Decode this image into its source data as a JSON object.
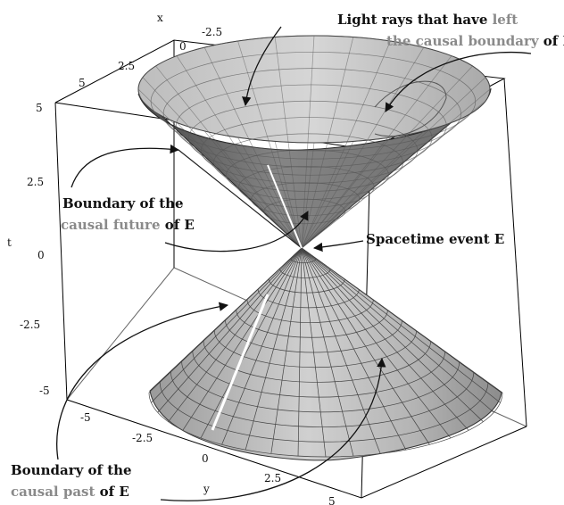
{
  "axes": {
    "x": {
      "label": "x",
      "ticks": [
        "-2.5",
        "0",
        "2.5",
        "5"
      ]
    },
    "t": {
      "label": "t",
      "ticks": [
        "5",
        "2.5",
        "0",
        "-2.5",
        "-5"
      ]
    },
    "y": {
      "label": "y",
      "ticks": [
        "-5",
        "-2.5",
        "0",
        "2.5",
        "5"
      ]
    }
  },
  "annotations": {
    "light_rays": {
      "line1_a": "Light rays that have ",
      "line1_b": "left",
      "line2_a": "the causal boundary",
      "line2_b": " of E"
    },
    "future": {
      "line1": "Boundary of the",
      "line2_a": "causal future",
      "line2_b": " of E"
    },
    "event": {
      "text": "Spacetime event E"
    },
    "past": {
      "line1": "Boundary of the",
      "line2_a": "causal past",
      "line2_b": " of E"
    }
  },
  "colors": {
    "surface_light": "#c8c8c8",
    "surface_dark": "#6e6e6e",
    "gray_text": "#8a8a8a"
  }
}
